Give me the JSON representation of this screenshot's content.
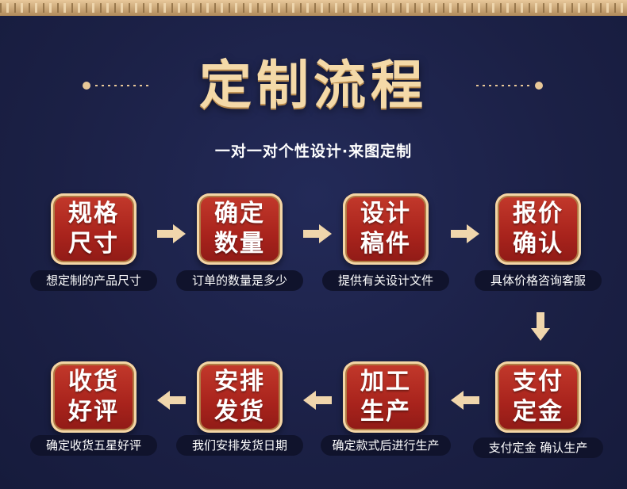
{
  "title": "定制流程",
  "subtitle": "一对一对个性设计·来图定制",
  "steps": [
    {
      "line1": "规格",
      "line2": "尺寸",
      "caption": "想定制的产品尺寸"
    },
    {
      "line1": "确定",
      "line2": "数量",
      "caption": "订单的数量是多少"
    },
    {
      "line1": "设计",
      "line2": "稿件",
      "caption": "提供有关设计文件"
    },
    {
      "line1": "报价",
      "line2": "确认",
      "caption": "具体价格咨询客服"
    },
    {
      "line1": "支付",
      "line2": "定金",
      "caption": "支付定金 确认生产"
    },
    {
      "line1": "加工",
      "line2": "生产",
      "caption": "确定款式后进行生产"
    },
    {
      "line1": "安排",
      "line2": "发货",
      "caption": "我们安排发货日期"
    },
    {
      "line1": "收货",
      "line2": "好评",
      "caption": "确定收货五星好评"
    }
  ],
  "colors": {
    "background": "#1b2045",
    "card": "#b0261e",
    "gold": "#f4d9a8",
    "arrow": "#f0d6ac"
  },
  "icons": {
    "arrow_right": "arrow-right-icon",
    "arrow_down": "arrow-down-icon",
    "arrow_left": "arrow-left-icon"
  }
}
